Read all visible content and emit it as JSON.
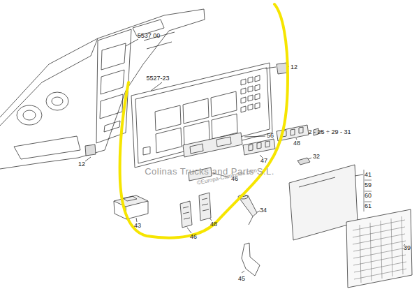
{
  "diagram": {
    "labels": [
      "5537 00",
      "5527-23",
      "12",
      "2 - 25 ÷ 29 - 31",
      "56",
      "48",
      "47",
      "32",
      "12",
      "46",
      "41",
      "59",
      "60",
      "61",
      "34",
      "48",
      "43",
      "46",
      "39",
      "45",
      "Colinas Trucks and Parts S.L.",
      "©Europa-Camiones.com"
    ]
  }
}
